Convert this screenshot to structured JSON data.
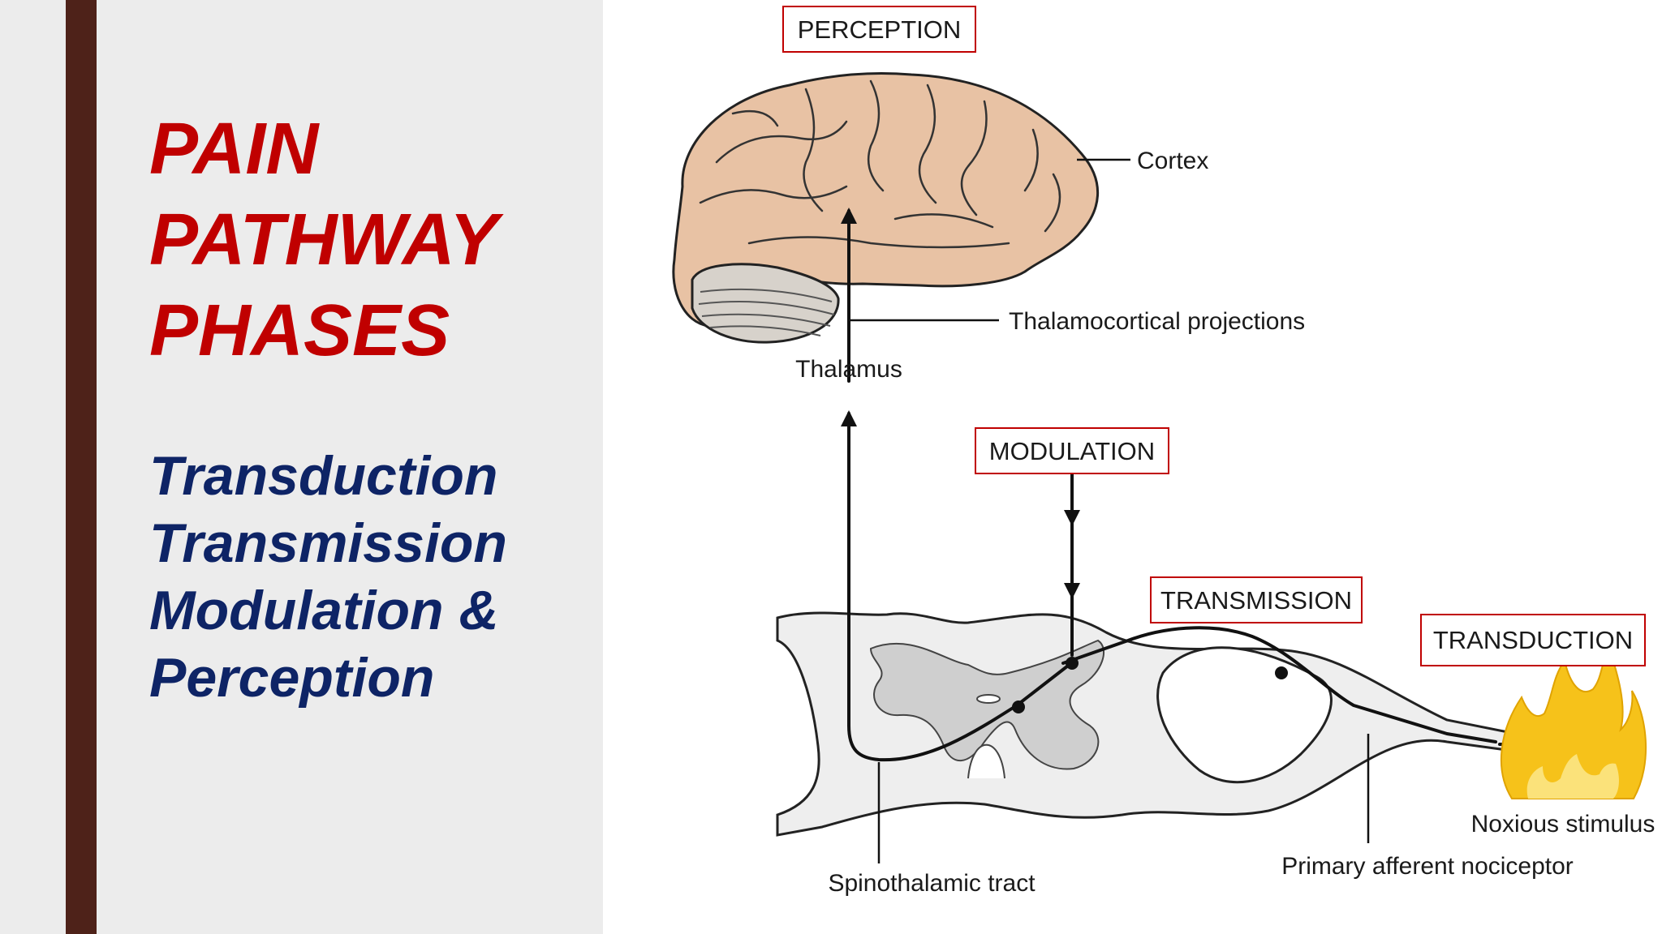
{
  "title_lines": [
    "PAIN",
    "PATHWAY",
    "PHASES"
  ],
  "phases": [
    "Transduction",
    "Transmission",
    "Modulation &",
    "Perception"
  ],
  "colors": {
    "accent_bar": "#4e2219",
    "title": "#c00000",
    "phases": "#0e2466",
    "box_border": "#c00000",
    "brain_fill": "#e8c2a4",
    "cord_fill": "#eeeeee",
    "grey_matter": "#cfcfcf",
    "flame": "#f6c21a"
  },
  "diagram": {
    "phase_boxes": {
      "perception": "PERCEPTION",
      "modulation": "MODULATION",
      "transmission": "TRANSMISSION",
      "transduction": "TRANSDUCTION"
    },
    "labels": {
      "cortex": "Cortex",
      "thalamocortical": "Thalamocortical projections",
      "thalamus": "Thalamus",
      "spinothalamic": "Spinothalamic tract",
      "nociceptor": "Primary afferent nociceptor",
      "noxious": "Noxious stimulus"
    },
    "icons": [
      "brain-icon",
      "spinal-cord-icon",
      "flame-icon"
    ]
  }
}
